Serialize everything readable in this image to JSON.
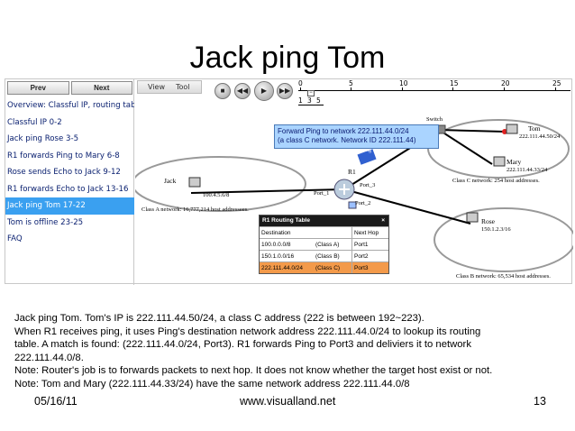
{
  "slide_title": "Jack ping Tom",
  "buttons": {
    "prev": "Prev",
    "next": "Next"
  },
  "menu": {
    "view": "View",
    "tool": "Tool"
  },
  "lessons": [
    "Overview: Classful IP, routing tab",
    "Classful IP 0-2",
    "Jack ping Rose 3-5",
    "R1 forwards Ping to Mary 6-8",
    "Rose sends Echo to Jack 9-12",
    "R1 forwards Echo to Jack 13-16",
    "Jack ping Tom 17-22",
    "Tom is offline 23-25",
    "FAQ"
  ],
  "active_lesson_index": 6,
  "timeline": {
    "labels": [
      "0",
      "5",
      "10",
      "15",
      "20",
      "25"
    ],
    "sub_labels": [
      "1",
      "3",
      "5"
    ]
  },
  "network": {
    "switch_label": "Switch",
    "tom": {
      "name": "Tom",
      "ip": "222.111.44.50/24"
    },
    "mary": {
      "name": "Mary",
      "ip": "222.111.44.33/24"
    },
    "jack": {
      "name": "Jack",
      "ip": "100.4.5.6/8"
    },
    "rose": {
      "name": "Rose",
      "ip": "150.1.2.3/16"
    },
    "router": {
      "name": "R1",
      "port1": "Port_1",
      "port2": "Port_2",
      "port3": "Port_3"
    },
    "packet_label": "Ping",
    "class_a": "Class A network: 16,777,214 host addressees.",
    "class_b": "Class B network: 65,534 host addresses.",
    "class_c": "Class C network: 254 host addresses."
  },
  "tooltip": {
    "line1": "Forward Ping to network 222.111.44.0/24",
    "line2": "(a class C network. Network ID 222.111.44)"
  },
  "routing_table": {
    "title": "R1 Routing Table",
    "close": "×",
    "headers": {
      "destination": "Destination",
      "next_hop": "Next Hop"
    },
    "rows": [
      {
        "dest": "100.0.0.0/8",
        "class": "(Class A)",
        "hop": "Port1"
      },
      {
        "dest": "150.1.0.0/16",
        "class": "(Class B)",
        "hop": "Port2"
      },
      {
        "dest": "222.111.44.0/24",
        "class": "(Class C)",
        "hop": "Port3"
      }
    ],
    "selected_row": 2
  },
  "caption": [
    "Jack ping Tom. Tom's IP is 222.111.44.50/24, a class C address (222 is between 192~223).",
    "When R1 receives ping, it uses Ping's  destination network address 222.111.44.0/24 to lookup its routing",
    "table. A match is found: (222.111.44.0/24, Port3). R1 forwards Ping to Port3 and deliviers it to network",
    "222.111.44.0/8.",
    "Note: Router's job is to forwards packets to next hop. It does not know whether the target host exist or not.",
    "Note: Tom and Mary (222.111.44.33/24) have the same network address 222.111.44.0/8"
  ],
  "footer": {
    "date": "05/16/11",
    "url": "www.visualland.net",
    "page": "13"
  },
  "colors": {
    "active_lesson": "#3aa0f0",
    "tooltip_bg": "#aad4ff",
    "selected_route": "#f39a4a",
    "tom_dot": "#e02020"
  }
}
